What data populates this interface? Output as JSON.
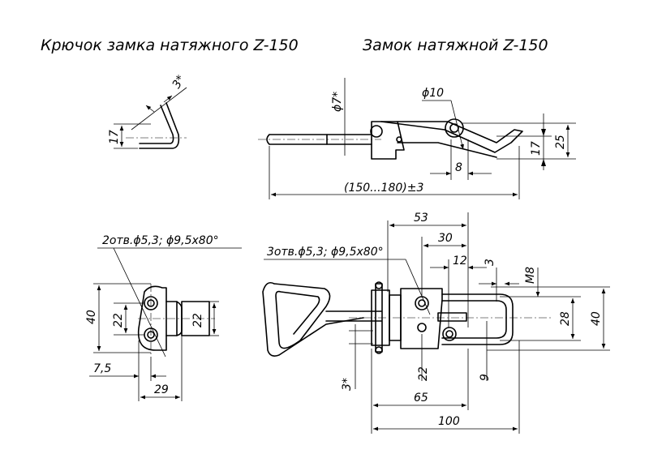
{
  "titles": {
    "hook": "Крючок замка натяжного Z-150",
    "lock": "Замок натяжной Z-150"
  },
  "hook_view": {
    "thickness": "3*",
    "height": "17"
  },
  "side_view": {
    "rod_dia": "ϕ7*",
    "hole_dia": "ϕ10",
    "dim_17": "17",
    "dim_25": "25",
    "dim_8": "8",
    "length": "(150...180)±3"
  },
  "hook_plan": {
    "holes": "2отв.ϕ5,3; ϕ9,5x80°",
    "dim_40": "40",
    "dim_22_left": "22",
    "dim_22_right": "22",
    "dim_7_5": "7,5",
    "dim_29": "29"
  },
  "lock_plan": {
    "holes": "3отв.ϕ5,3; ϕ9,5x80°",
    "dim_53": "53",
    "dim_30": "30",
    "dim_12": "12",
    "dim_3": "3",
    "thread": "M8",
    "dim_28": "28",
    "dim_40": "40",
    "dim_22": "22",
    "dim_9": "9",
    "dim_3s": "3*",
    "dim_65": "65",
    "dim_100": "100"
  }
}
